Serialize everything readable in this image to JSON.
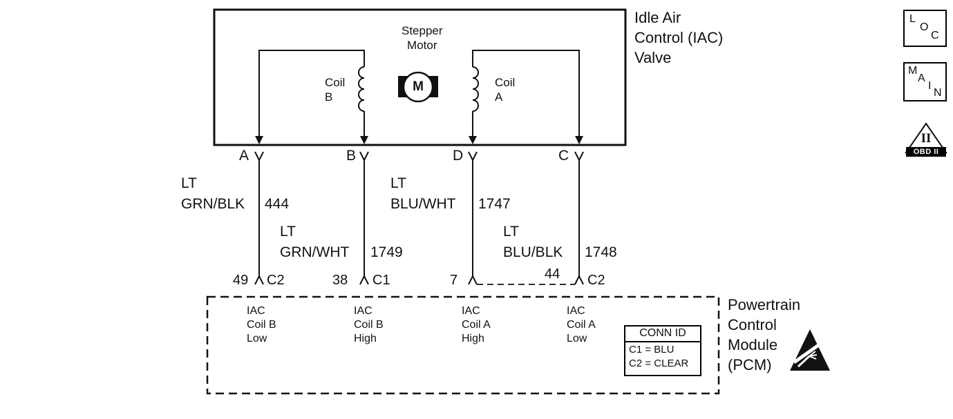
{
  "iac": {
    "title": "Idle Air\nControl (IAC)\nValve",
    "stepper_label": "Stepper\nMotor",
    "motor_letter": "M",
    "coil_b_label": "Coil\nB",
    "coil_a_label": "Coil\nA"
  },
  "terminals": {
    "a": "A",
    "b": "B",
    "d": "D",
    "c": "C"
  },
  "wires": {
    "a": {
      "prefix": "LT",
      "color": "GRN/BLK",
      "circuit": "444"
    },
    "b": {
      "prefix": "LT",
      "color": "GRN/WHT",
      "circuit": "1749"
    },
    "d": {
      "prefix": "LT",
      "color": "BLU/WHT",
      "circuit": "1747"
    },
    "c": {
      "prefix": "LT",
      "color": "BLU/BLK",
      "circuit": "1748"
    }
  },
  "pcm": {
    "title": "Powertrain\nControl\nModule\n(PCM)",
    "pins": {
      "p49": {
        "number": "49",
        "connector": "C2",
        "function": "IAC\nCoil B\nLow"
      },
      "p38": {
        "number": "38",
        "connector": "C1",
        "function": "IAC\nCoil B\nHigh"
      },
      "p7": {
        "number": "7",
        "connector": "",
        "function": "IAC\nCoil A\nHigh"
      },
      "p44": {
        "number": "44",
        "connector": "C2",
        "function": "IAC\nCoil A\nLow"
      }
    },
    "conn_id": {
      "title": "CONN ID",
      "row_c1": "C1 = BLU",
      "row_c2": "C2 = CLEAR"
    }
  },
  "badges": {
    "loc": {
      "letters": [
        "L",
        "O",
        "C"
      ]
    },
    "main": {
      "letters": [
        "M",
        "A",
        "I",
        "N"
      ]
    },
    "obd2": {
      "numeral": "II",
      "label": "OBD II"
    }
  },
  "colors": {
    "line": "#111111",
    "background": "#ffffff"
  }
}
